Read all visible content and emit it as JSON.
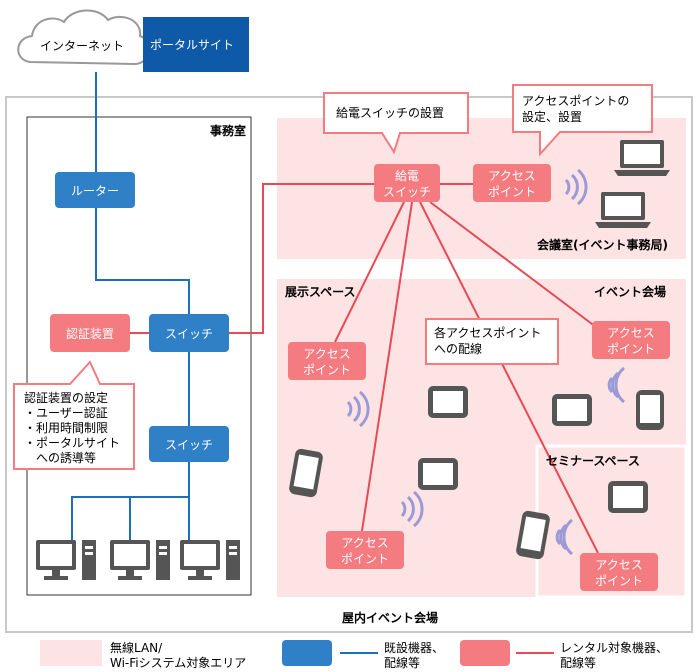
{
  "colors": {
    "pink_area": "#fde3e3",
    "blue_device": "#2f80c7",
    "blue_line": "#1a6fc0",
    "red_device": "#f47b80",
    "red_line": "#e84a55",
    "portal": "#0f5aa8"
  },
  "cloud": {
    "internet": "インターネット",
    "portal": "ポータルサイト"
  },
  "areas": {
    "office": "事務室",
    "meeting": "会議室(イベント事務局)",
    "exhibit": "展示スペース",
    "event_hall": "イベント会場",
    "seminar": "セミナースペース",
    "venue": "屋内イベント会場"
  },
  "devices": {
    "router": "ルーター",
    "switch_main": "スイッチ",
    "switch_lower": "スイッチ",
    "auth": "認証装置",
    "feed_switch_l1": "給電",
    "feed_switch_l2": "スイッチ",
    "ap_l1": "アクセス",
    "ap_l2": "ポイント"
  },
  "callouts": {
    "feed_switch": "給電スイッチの設置",
    "ap_setup_l1": "アクセスポイントの",
    "ap_setup_l2": "設定、設置",
    "ap_wiring_l1": "各アクセスポイント",
    "ap_wiring_l2": "への配線",
    "auth_l1": "認証装置の設定",
    "auth_l2": "・ユーザー認証",
    "auth_l3": "・利用時間制限",
    "auth_l4": "・ポータルサイト",
    "auth_l5": "への誘導等"
  },
  "legend": {
    "area_l1": "無線LAN/",
    "area_l2": "Wi-Fiシステム対象エリア",
    "existing_l1": "既設機器、",
    "existing_l2": "配線等",
    "rental_l1": "レンタル対象機器、",
    "rental_l2": "配線等"
  }
}
